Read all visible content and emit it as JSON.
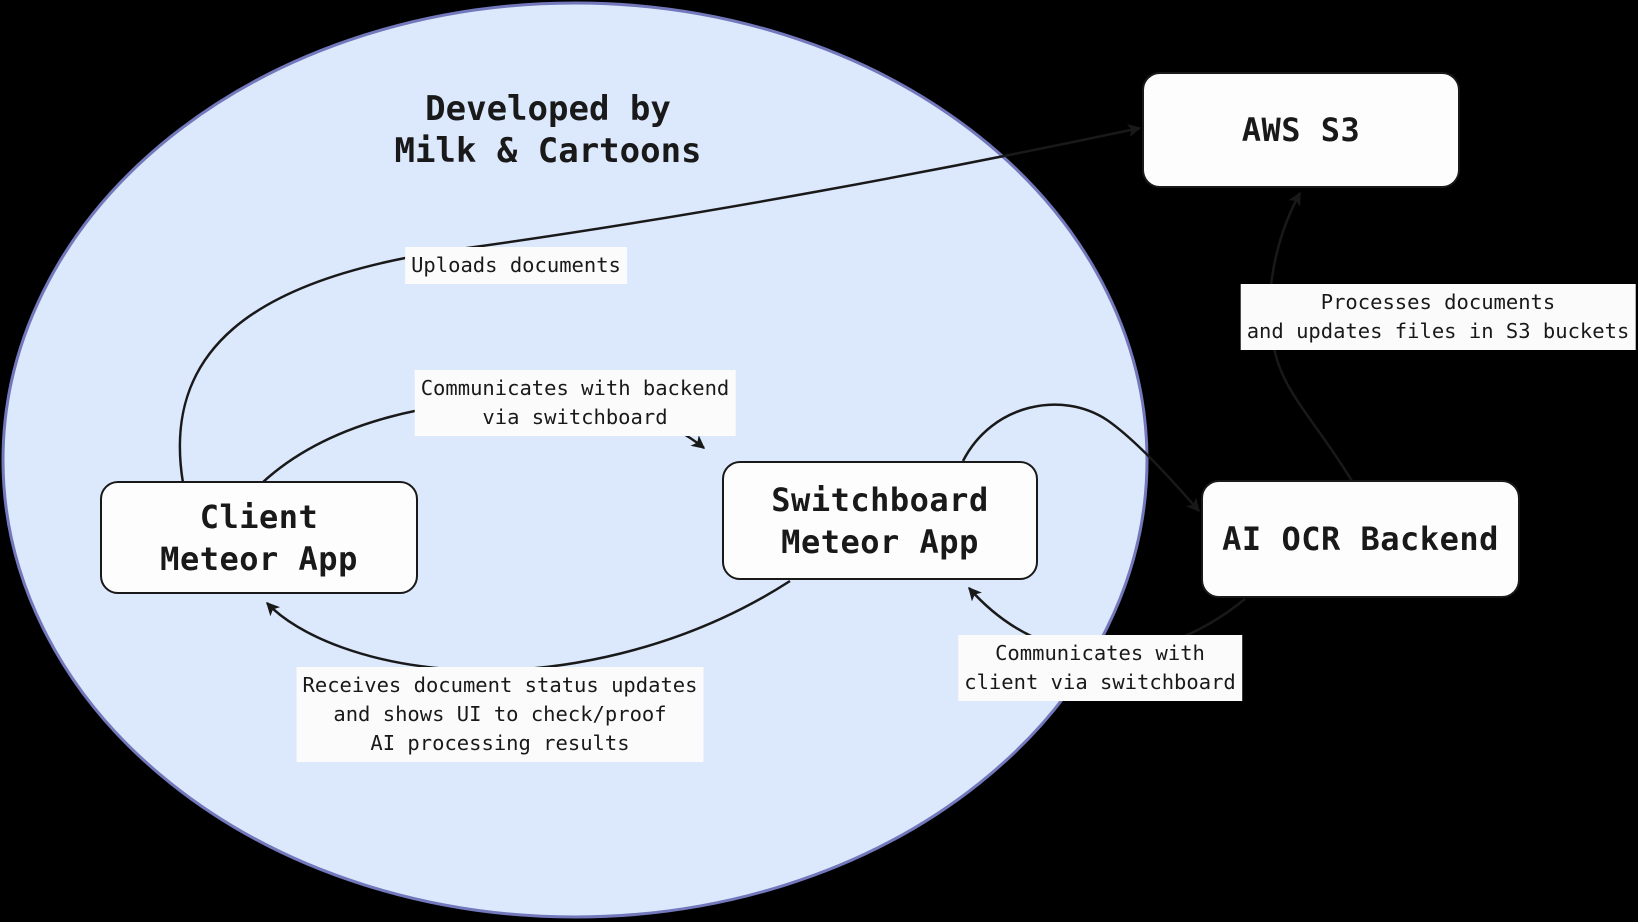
{
  "title": {
    "line1": "Developed by",
    "line2": "Milk & Cartoons"
  },
  "nodes": {
    "client": {
      "lines": [
        "Client",
        "Meteor App"
      ]
    },
    "switchboard": {
      "lines": [
        "Switchboard",
        "Meteor App"
      ]
    },
    "aws_s3": {
      "lines": [
        "AWS S3"
      ]
    },
    "ai_ocr": {
      "lines": [
        "AI OCR Backend"
      ]
    }
  },
  "edge_labels": {
    "uploads": {
      "lines": [
        "Uploads documents"
      ]
    },
    "comm_backend": {
      "lines": [
        "Communicates with backend",
        "via switchboard"
      ]
    },
    "receives": {
      "lines": [
        "Receives document status updates",
        "and shows UI to check/proof",
        "AI processing results"
      ]
    },
    "processes": {
      "lines": [
        "Processes documents",
        "and updates files in S3 buckets"
      ]
    },
    "comm_client": {
      "lines": [
        "Communicates with",
        "client via switchboard"
      ]
    }
  },
  "colors": {
    "background": "#000000",
    "boundary_fill": "#dce8fc",
    "boundary_stroke": "#7278bb",
    "node_fill": "#fdfdfd",
    "node_border": "#191919",
    "edge_stroke": "#191919",
    "label_background": "#fbfbfb",
    "text": "#191919"
  }
}
